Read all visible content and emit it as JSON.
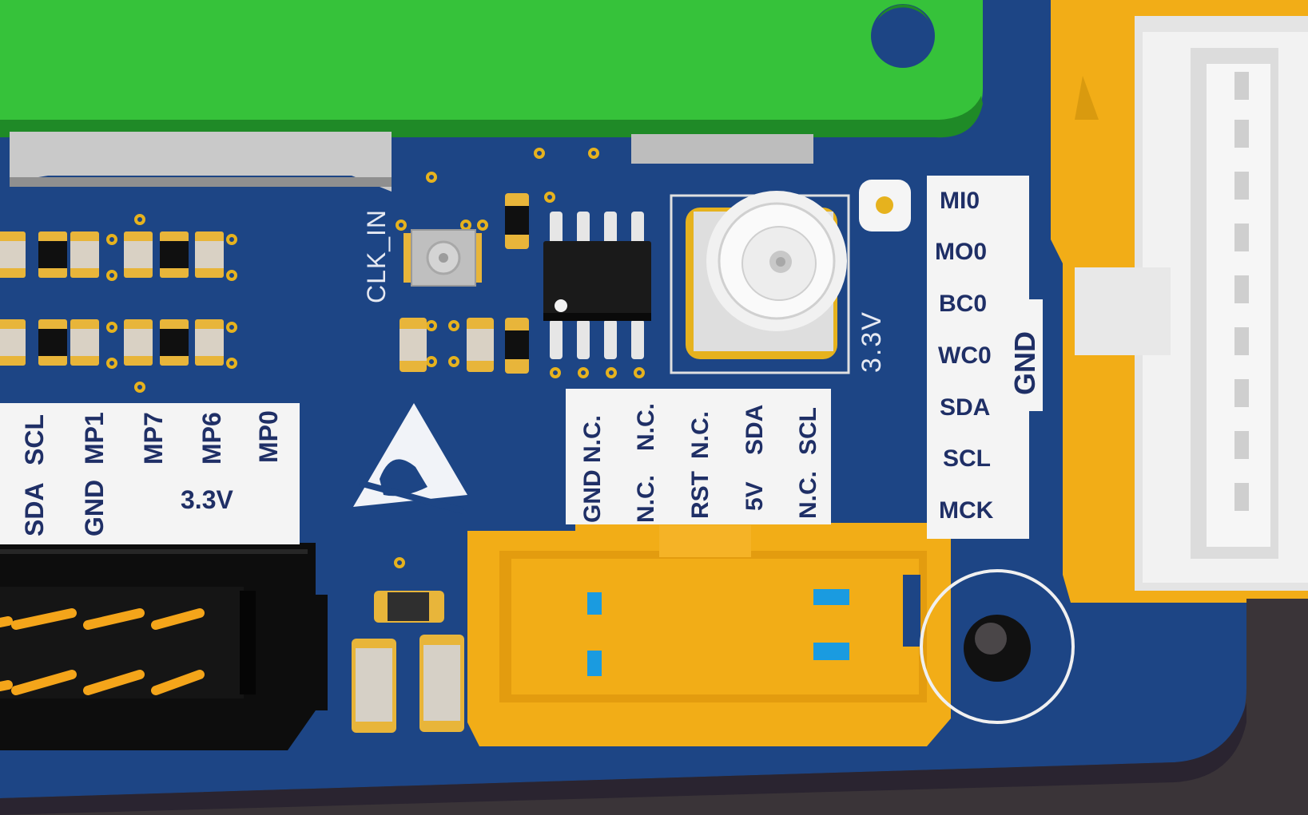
{
  "board": {
    "colors": {
      "pcb": "#1d4585",
      "pcb_edge": "#173a72",
      "daughter_board": "#36c23a",
      "connector_yellow": "#f2ad17",
      "connector_white": "#ececec",
      "header_black": "#111111",
      "silkscreen_text": "#1f2f66",
      "pin_gold": "#f4a51a",
      "contact_blue": "#1a9be0"
    },
    "clk_label": "CLK_IN",
    "sma_voltage_label": "3.3V",
    "left_header": {
      "pins": [
        "SDA",
        "SCL",
        "GND",
        "MP1",
        "MP7",
        "MP6",
        "MP0"
      ],
      "supply": "3.3V"
    },
    "middle_header": {
      "columns": [
        [
          "GND",
          "N.C."
        ],
        [
          "N.C.",
          "N.C."
        ],
        [
          "RST",
          "N.C."
        ],
        [
          "5V",
          "SDA"
        ],
        [
          "N.C.",
          "SCL"
        ]
      ]
    },
    "right_header": {
      "pins": [
        "MI0",
        "MO0",
        "BC0",
        "WC0",
        "SDA",
        "SCL",
        "MCK"
      ],
      "ground": "GND"
    },
    "icons": [
      "esd-warning-icon"
    ]
  }
}
